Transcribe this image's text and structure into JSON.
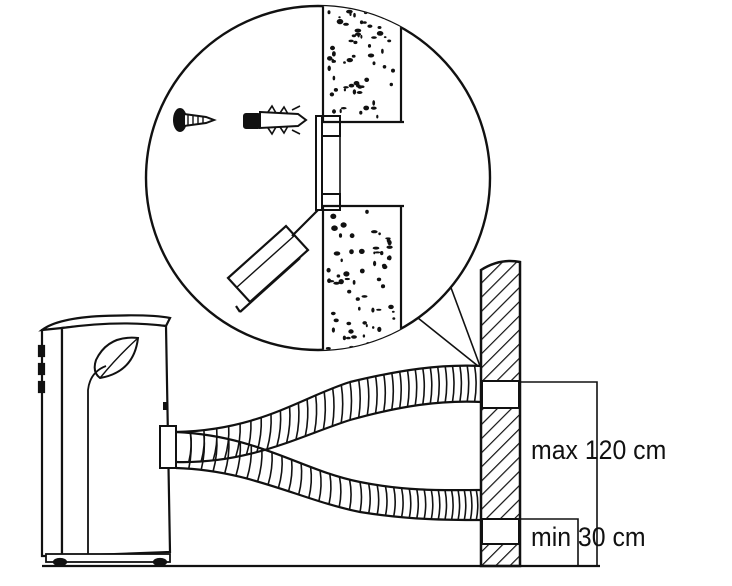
{
  "labels": {
    "max_height": "max 120 cm",
    "min_height": "min  30 cm"
  },
  "colors": {
    "line": "#111111",
    "background": "#ffffff"
  },
  "parts": {
    "unit": "portable-air-conditioner",
    "hose": "exhaust-hose",
    "wall": "wall",
    "detail": "wall-mount-detail"
  }
}
